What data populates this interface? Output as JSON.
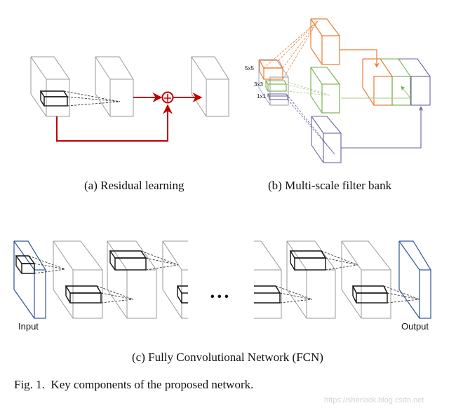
{
  "figure": {
    "subfigures": [
      {
        "id": "a",
        "caption": "(a) Residual learning",
        "colors": {
          "block": "#9a9a9a",
          "kernel": "#111111",
          "skip": "#c00000"
        }
      },
      {
        "id": "b",
        "caption": "(b) Multi-scale filter bank",
        "filter_labels": [
          "5x5",
          "3x3",
          "1x1"
        ],
        "colors": {
          "5x5": "#ed7d31",
          "3x3": "#70ad47",
          "1x1": "#7060a0",
          "input": "#8faadc"
        }
      },
      {
        "id": "c",
        "caption": "(c) Fully Convolutional Network (FCN)",
        "input_label": "Input",
        "output_label": "Output",
        "ellipsis": "• • •",
        "colors": {
          "io": "#2e5597",
          "block": "#9a9a9a",
          "kernel": "#111111"
        }
      }
    ],
    "main_caption": "Fig. 1.  Key components of the proposed network.",
    "watermark": "https://sherlock.blog.csdn.net"
  }
}
